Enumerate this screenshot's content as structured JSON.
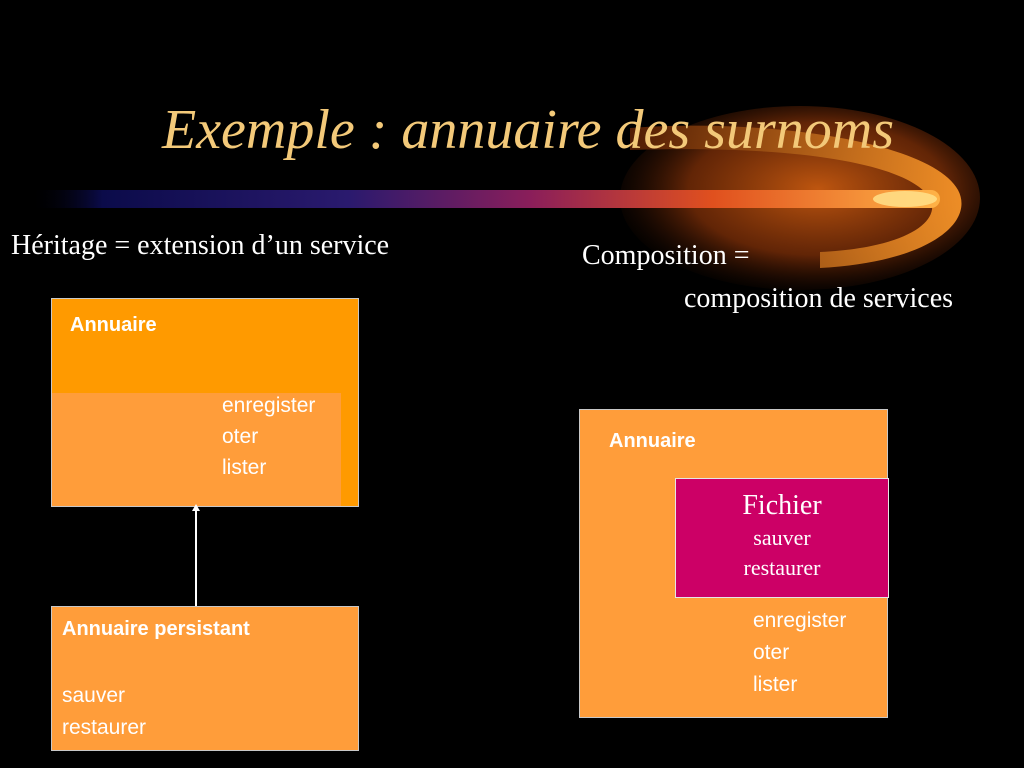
{
  "slide": {
    "title": "Exemple : annuaire des surnoms",
    "colors": {
      "background": "#000000",
      "title": "#f3c979",
      "box_orange": "#ff9d3a",
      "box_header": "#ff9a00",
      "box_magenta": "#cc0066"
    }
  },
  "heritage": {
    "heading": "Héritage = extension d’un service",
    "parent": {
      "name": "Annuaire",
      "operations": [
        "enregister",
        "oter",
        "lister"
      ]
    },
    "child": {
      "name": "Annuaire persistant",
      "operations": [
        "sauver",
        "restaurer"
      ]
    }
  },
  "composition": {
    "heading_line1": "Composition =",
    "heading_line2": "composition de services",
    "outer": {
      "name": "Annuaire",
      "operations": [
        "enregister",
        "oter",
        "lister"
      ]
    },
    "inner": {
      "name": "Fichier",
      "operations": [
        "sauver",
        "restaurer"
      ]
    }
  }
}
